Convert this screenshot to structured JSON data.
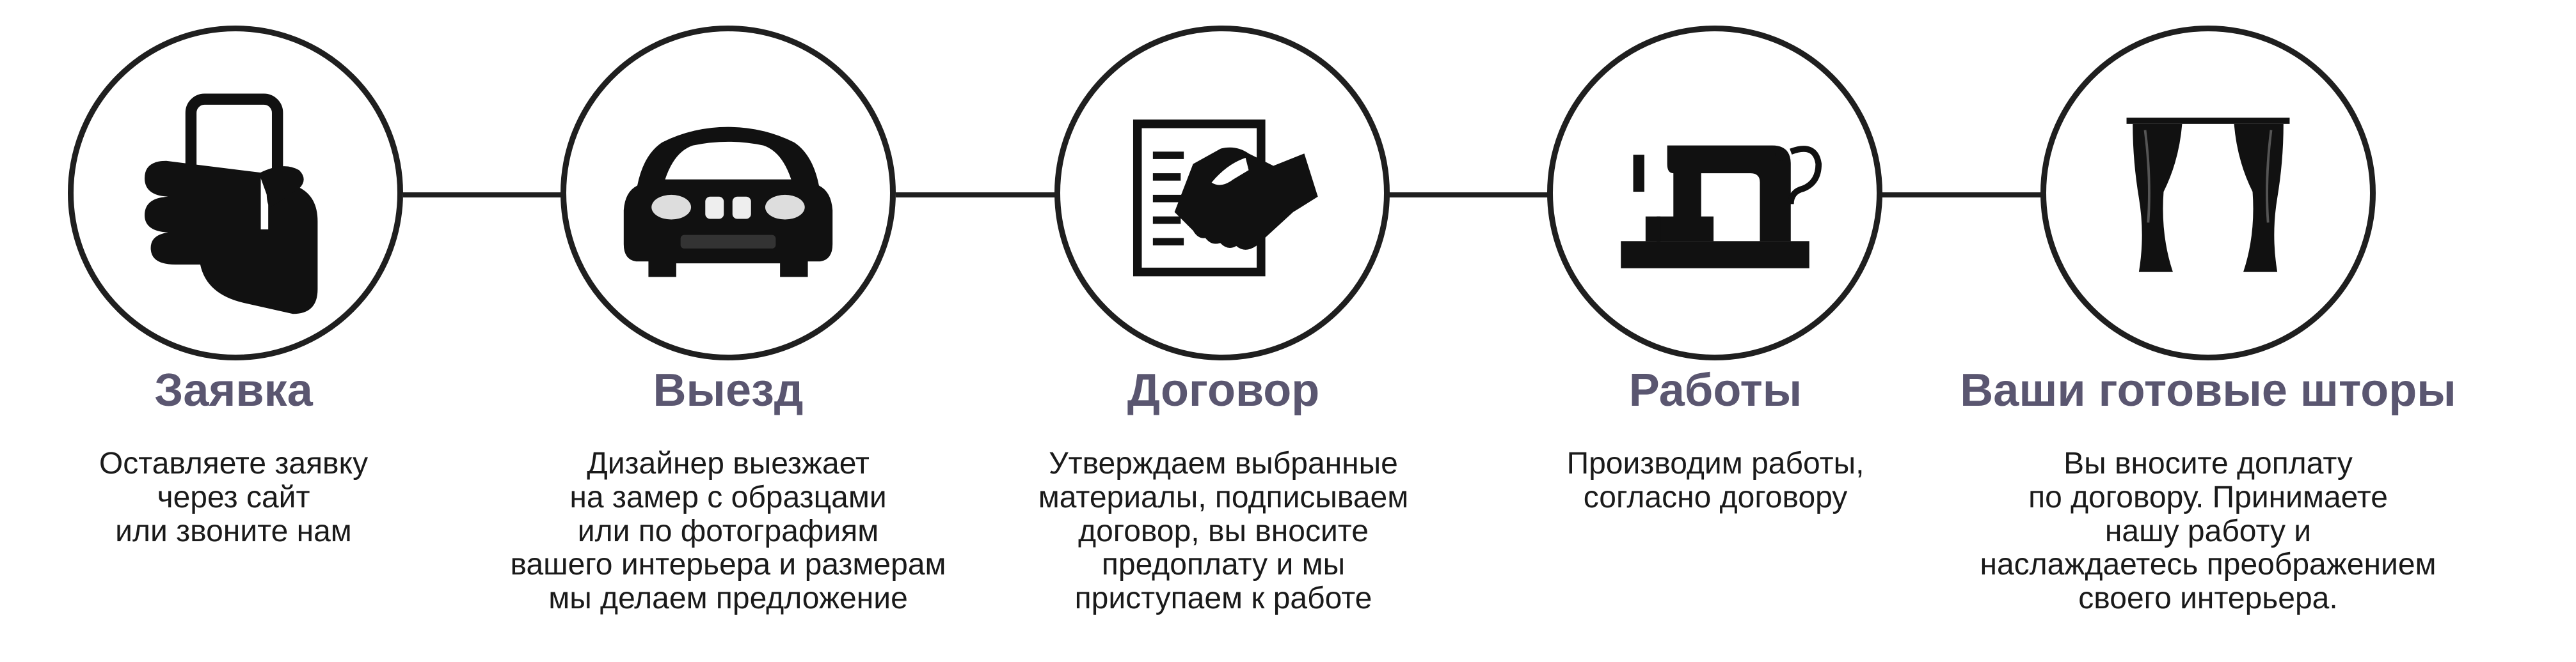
{
  "process": {
    "steps": [
      {
        "icon": "phone-in-hand-icon",
        "title": "Заявка",
        "description": "Оставляете заявку\nчерез сайт\nили звоните нам"
      },
      {
        "icon": "car-icon",
        "title": "Выезд",
        "description": "Дизайнер выезжает\nна замер с образцами\nили по фотографиям\nвашего интерьера и размерам\nмы делаем предложение"
      },
      {
        "icon": "contract-handshake-icon",
        "title": "Договор",
        "description": "Утверждаем выбранные\nматериалы, подписываем\nдоговор,  вы вносите\nпредоплату и мы\nприступаем к работе"
      },
      {
        "icon": "sewing-machine-icon",
        "title": "Работы",
        "description": "Производим работы,\nсогласно договору"
      },
      {
        "icon": "curtains-icon",
        "title": "Ваши готовые шторы",
        "description": "Вы вносите доплату\nпо договору. Принимаете\nнашу работу и\nнаслаждаетесь преображением\nсвоего интерьера."
      }
    ]
  },
  "colors": {
    "title": "#5a5670",
    "line": "#1f1f1f",
    "text": "#1a1a1a"
  }
}
